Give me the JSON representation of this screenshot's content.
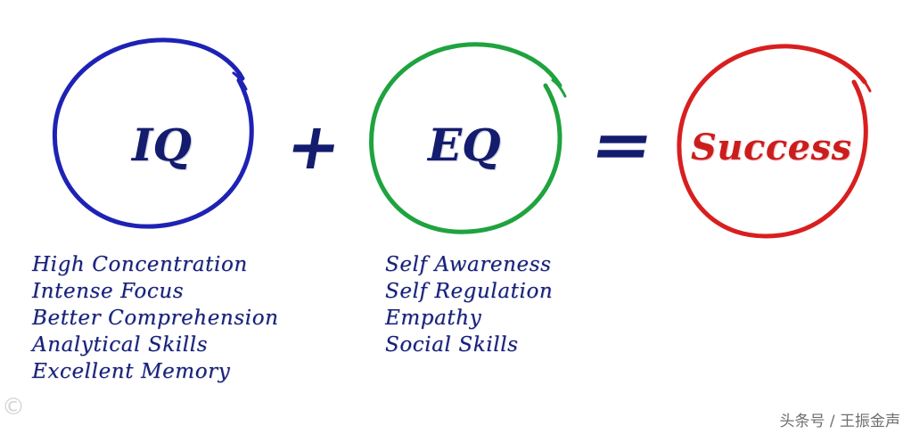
{
  "terms": {
    "iq": "IQ",
    "eq": "EQ",
    "success": "Success"
  },
  "operators": {
    "plus": "+",
    "equals": "="
  },
  "iq_traits": [
    "High Concentration",
    "Intense Focus",
    "Better Comprehension",
    "Analytical Skills",
    "Excellent Memory"
  ],
  "eq_traits": [
    "Self Awareness",
    "Self Regulation",
    "Empathy",
    "Social Skills"
  ],
  "watermark": {
    "left": "©",
    "right": "头条号 / 王振金声"
  },
  "colors": {
    "iq_circle": "#1e22b4",
    "eq_circle": "#1fa33e",
    "success_circle": "#d81f1f",
    "text_blue": "#17217a",
    "text_red": "#cc1d1d"
  }
}
